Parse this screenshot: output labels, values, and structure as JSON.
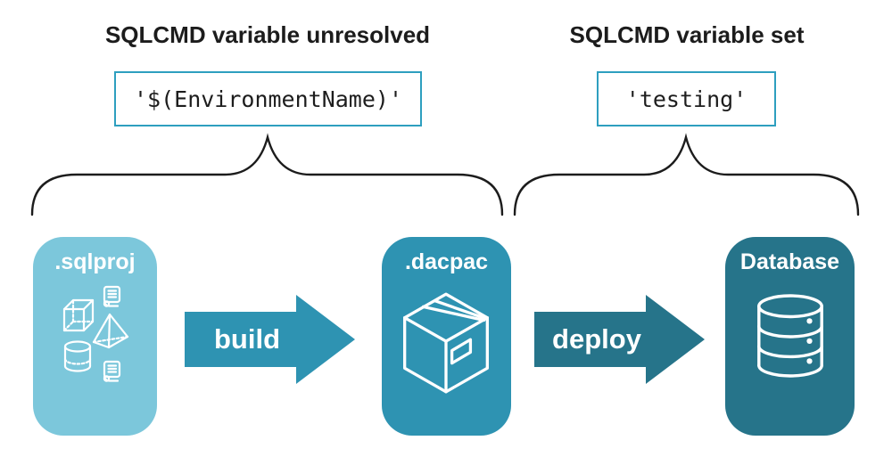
{
  "colors": {
    "light_blue": "#7CC7DB",
    "medium_teal": "#2E93B2",
    "dark_teal": "#26748A",
    "code_border": "#2E9FBF",
    "line_dark": "#1C1C1C"
  },
  "annotations": {
    "left": {
      "title": "SQLCMD variable unresolved",
      "code": "'$(EnvironmentName)'"
    },
    "right": {
      "title": "SQLCMD variable set",
      "code": "'testing'"
    }
  },
  "pipeline": {
    "stages": [
      {
        "label": ".sqlproj",
        "icon": "sql-project-objects-icon"
      },
      {
        "label": ".dacpac",
        "icon": "package-box-icon"
      },
      {
        "label": "Database",
        "icon": "database-cylinder-icon"
      }
    ],
    "arrows": [
      {
        "label": "build"
      },
      {
        "label": "deploy"
      }
    ]
  }
}
